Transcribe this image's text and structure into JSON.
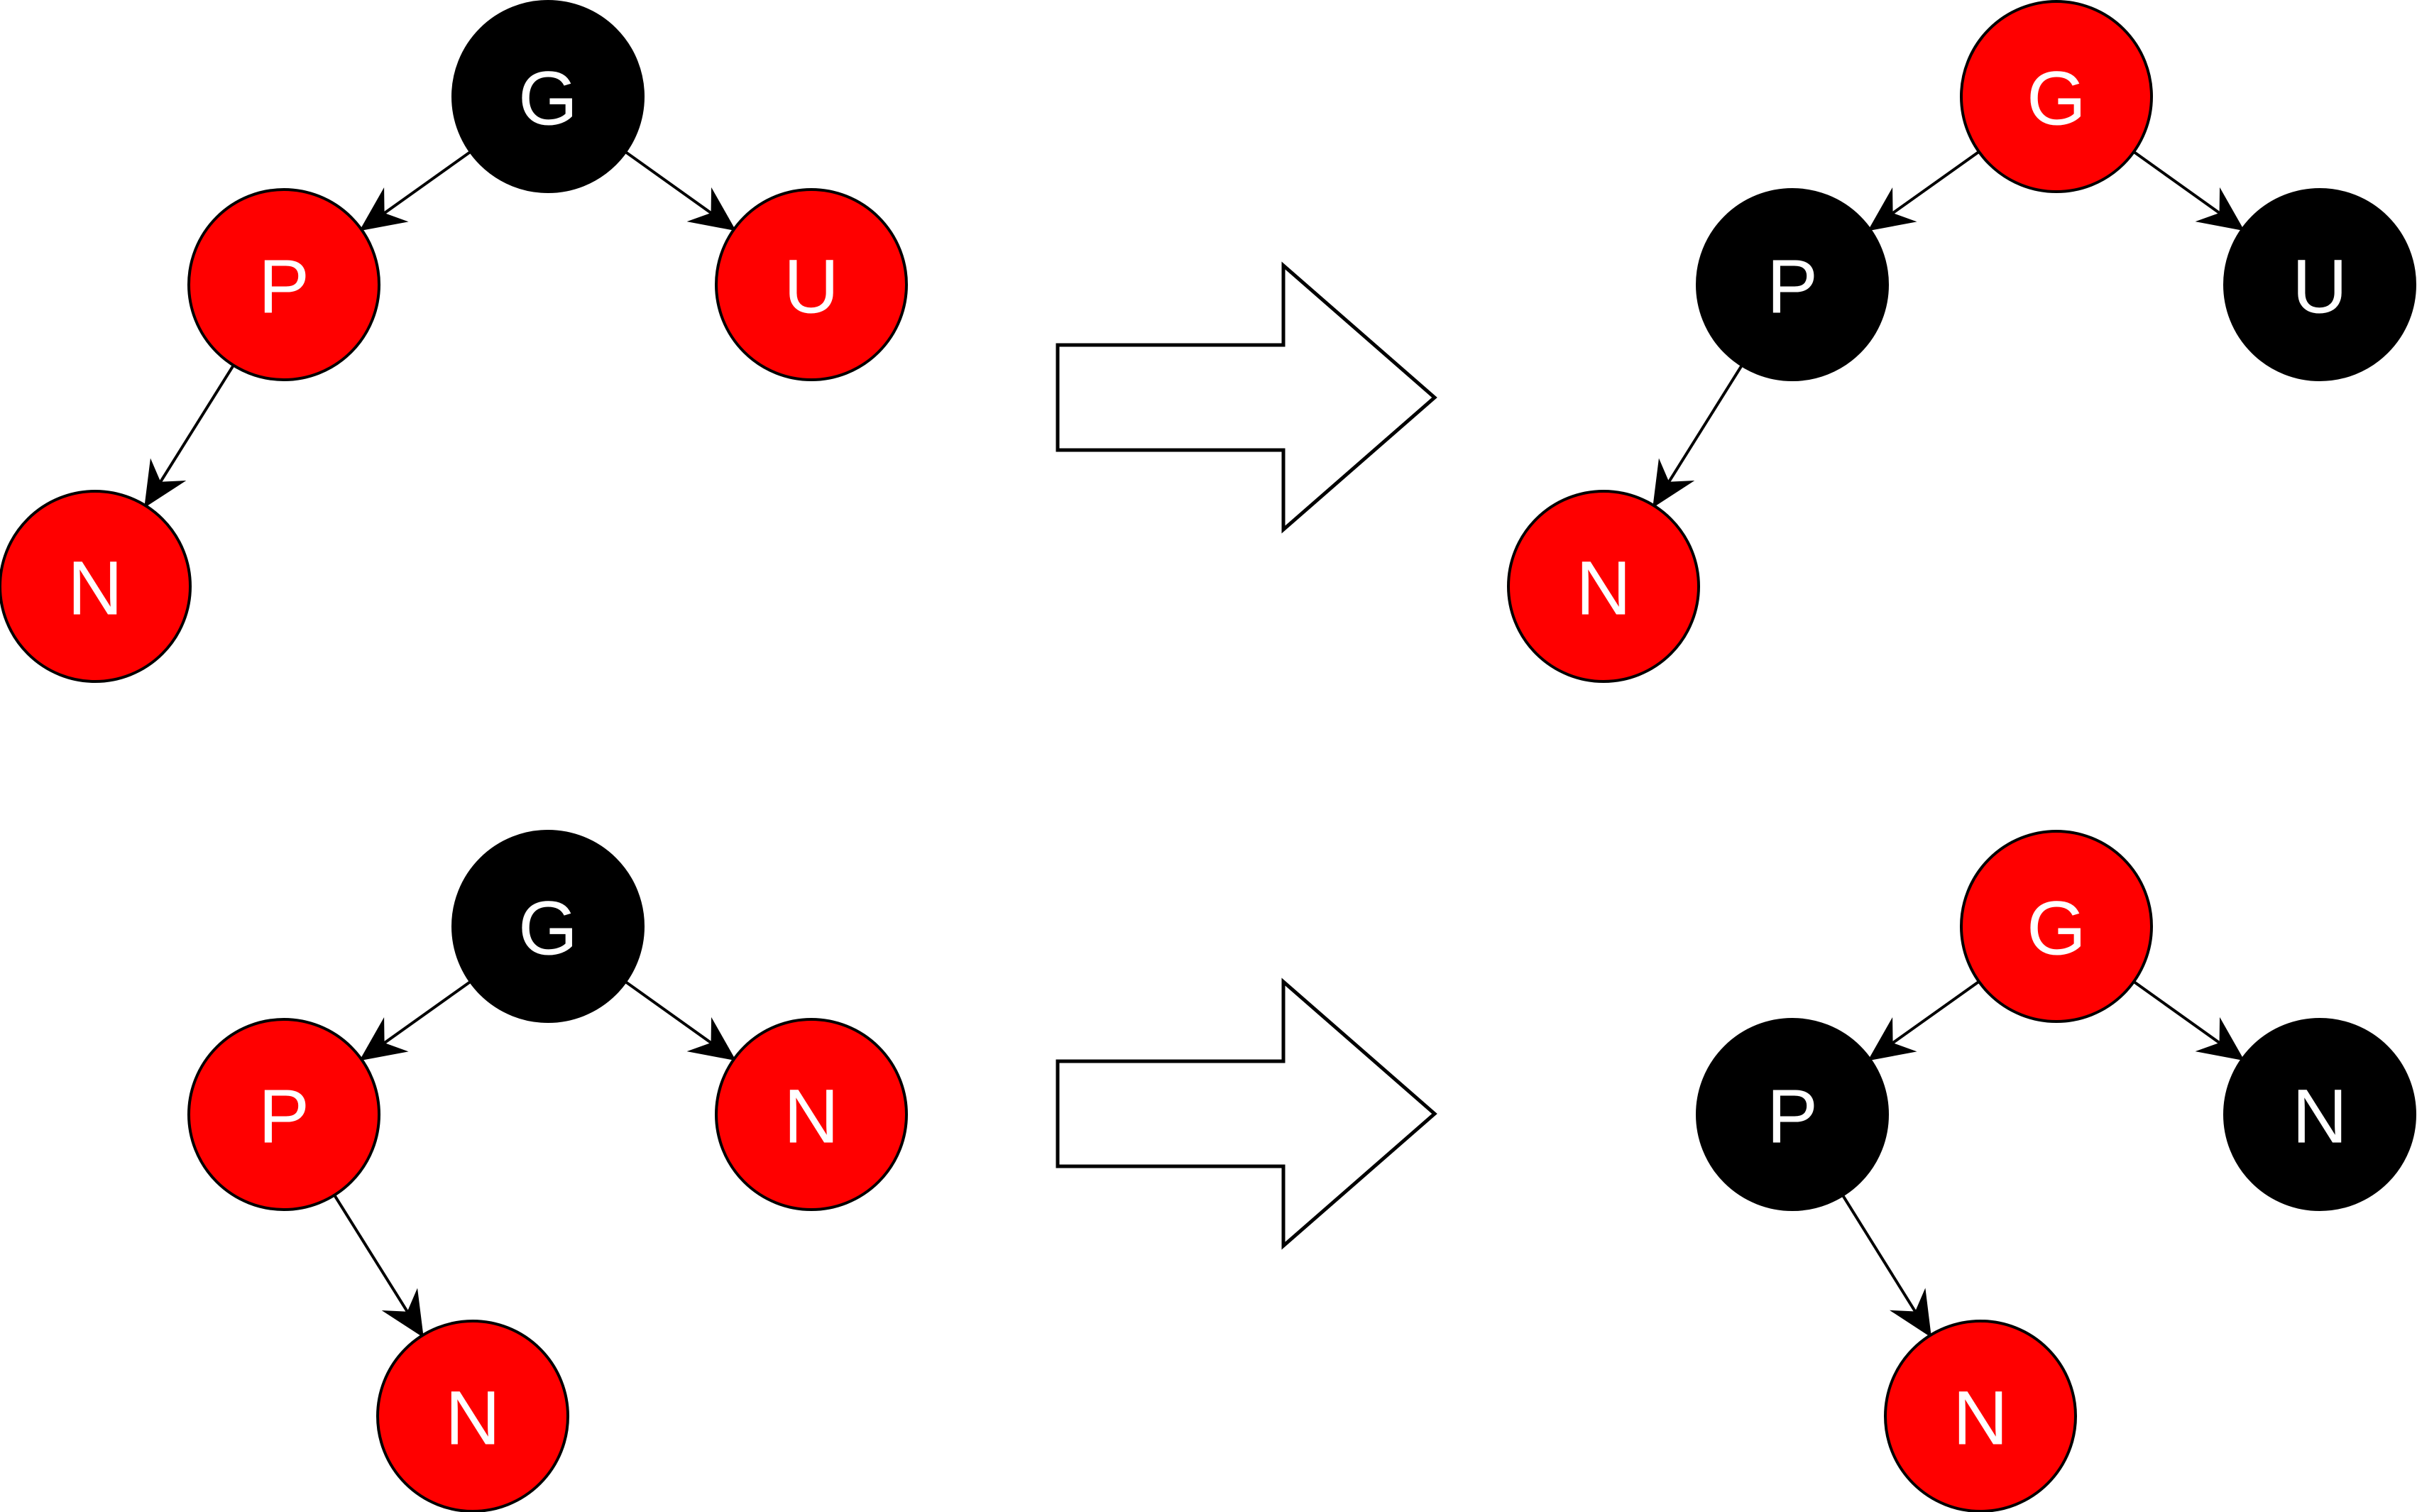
{
  "colors": {
    "red": "#ff0000",
    "black": "#000000",
    "label": "#ffffff",
    "edge": "#000000",
    "arrow_fill": "#ffffff"
  },
  "panels": [
    {
      "id": "case1-before",
      "nodes": [
        {
          "id": "G",
          "label": "G",
          "color": "black"
        },
        {
          "id": "P",
          "label": "P",
          "color": "red"
        },
        {
          "id": "U",
          "label": "U",
          "color": "red"
        },
        {
          "id": "N",
          "label": "N",
          "color": "red"
        }
      ],
      "edges": [
        [
          "G",
          "P"
        ],
        [
          "G",
          "U"
        ],
        [
          "P",
          "N"
        ]
      ]
    },
    {
      "id": "case1-after",
      "nodes": [
        {
          "id": "G",
          "label": "G",
          "color": "red"
        },
        {
          "id": "P",
          "label": "P",
          "color": "black"
        },
        {
          "id": "U",
          "label": "U",
          "color": "black"
        },
        {
          "id": "N",
          "label": "N",
          "color": "red"
        }
      ],
      "edges": [
        [
          "G",
          "P"
        ],
        [
          "G",
          "U"
        ],
        [
          "P",
          "N"
        ]
      ]
    },
    {
      "id": "case2-before",
      "nodes": [
        {
          "id": "G",
          "label": "G",
          "color": "black"
        },
        {
          "id": "P",
          "label": "P",
          "color": "red"
        },
        {
          "id": "U",
          "label": "N",
          "color": "red"
        },
        {
          "id": "N",
          "label": "N",
          "color": "red"
        }
      ],
      "edges": [
        [
          "G",
          "P"
        ],
        [
          "G",
          "U"
        ],
        [
          "P",
          "N"
        ]
      ]
    },
    {
      "id": "case2-after",
      "nodes": [
        {
          "id": "G",
          "label": "G",
          "color": "red"
        },
        {
          "id": "P",
          "label": "P",
          "color": "black"
        },
        {
          "id": "U",
          "label": "N",
          "color": "black"
        },
        {
          "id": "N",
          "label": "N",
          "color": "red"
        }
      ],
      "edges": [
        [
          "G",
          "P"
        ],
        [
          "G",
          "U"
        ],
        [
          "P",
          "N"
        ]
      ]
    }
  ],
  "transitions": [
    {
      "from": "case1-before",
      "to": "case1-after"
    },
    {
      "from": "case2-before",
      "to": "case2-after"
    }
  ]
}
